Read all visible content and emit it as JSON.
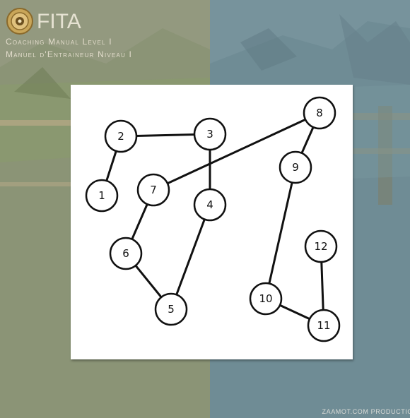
{
  "header": {
    "title": "FITA",
    "subtitle_line1": "Coaching Manual Level I",
    "subtitle_line2": "Manuel d'Entraineur Niveau I"
  },
  "footer": {
    "credit": "ZAAMOT.COM PRODUCTIO"
  },
  "colors": {
    "left_background": "#8b9476",
    "right_background": "#6f8c95",
    "panel": "#ffffff",
    "line": "#111111"
  },
  "diagram": {
    "nodes": [
      {
        "id": "1",
        "label": "1"
      },
      {
        "id": "2",
        "label": "2"
      },
      {
        "id": "3",
        "label": "3"
      },
      {
        "id": "4",
        "label": "4"
      },
      {
        "id": "5",
        "label": "5"
      },
      {
        "id": "6",
        "label": "6"
      },
      {
        "id": "7",
        "label": "7"
      },
      {
        "id": "8",
        "label": "8"
      },
      {
        "id": "9",
        "label": "9"
      },
      {
        "id": "10",
        "label": "10"
      },
      {
        "id": "11",
        "label": "11"
      },
      {
        "id": "12",
        "label": "12"
      }
    ],
    "edges": [
      [
        "1",
        "2"
      ],
      [
        "2",
        "3"
      ],
      [
        "3",
        "4"
      ],
      [
        "4",
        "5"
      ],
      [
        "5",
        "6"
      ],
      [
        "6",
        "7"
      ],
      [
        "7",
        "8"
      ],
      [
        "8",
        "9"
      ],
      [
        "9",
        "10"
      ],
      [
        "10",
        "11"
      ],
      [
        "11",
        "12"
      ]
    ]
  }
}
